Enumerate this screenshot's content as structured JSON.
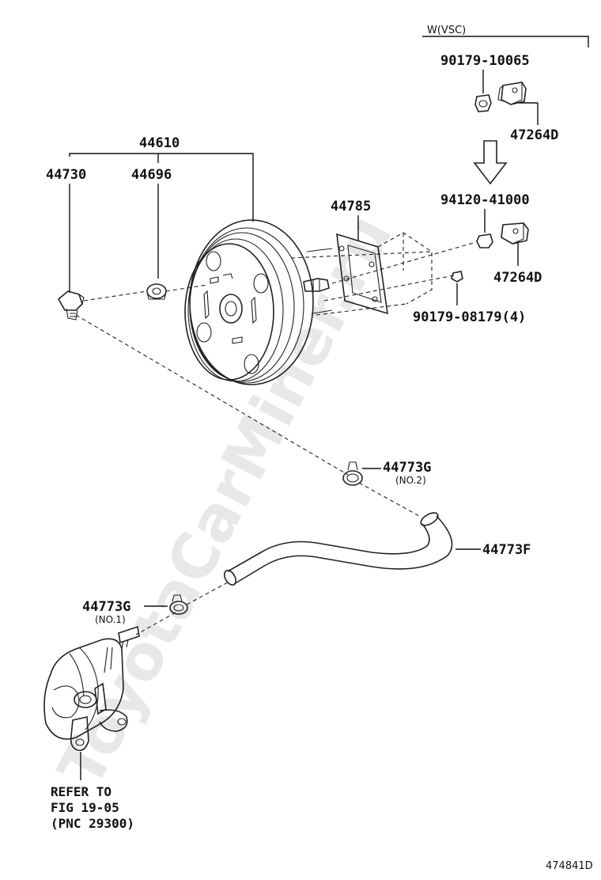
{
  "watermark": "ToyotaCarMiner.ru",
  "group_header": "W(VSC)",
  "labels": {
    "p44610": "44610",
    "p44730": "44730",
    "p44696": "44696",
    "p44785": "44785",
    "p90179_10065": "90179-10065",
    "p47264d_top": "47264D",
    "p94120_41000": "94120-41000",
    "p47264d_mid": "47264D",
    "p90179_08179": "90179-08179(4)",
    "p44773g_no2": "44773G",
    "no2": "(NO.2)",
    "p44773f": "44773F",
    "p44773g_no1": "44773G",
    "no1": "(NO.1)",
    "refer_line1": "REFER TO",
    "refer_line2": "FIG 19-05",
    "refer_line3": "(PNC 29300)"
  },
  "figure_id": "474841D"
}
